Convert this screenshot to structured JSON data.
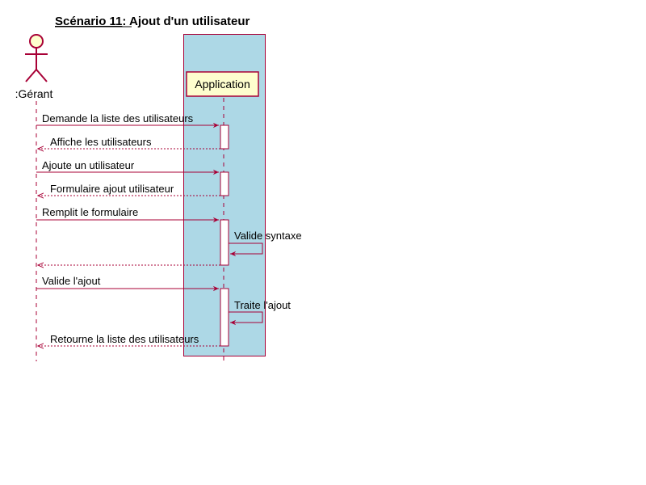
{
  "title": {
    "prefix": "Scénario 11",
    "suffix": ": Ajout d'un utilisateur"
  },
  "actor": {
    "name": ":Gérant"
  },
  "participant": {
    "name": "Application"
  },
  "colors": {
    "line": "#a80036",
    "box_fill": "#add8e6",
    "participant_fill": "#fefece",
    "actor_fill": "#fefece",
    "activation_fill": "#ffffff"
  },
  "messages": [
    {
      "label": "Demande la liste des utilisateurs",
      "kind": "request"
    },
    {
      "label": "Affiche les utilisateurs",
      "kind": "reply"
    },
    {
      "label": "Ajoute un utilisateur",
      "kind": "request"
    },
    {
      "label": "Formulaire ajout utilisateur",
      "kind": "reply"
    },
    {
      "label": "Remplit le formulaire",
      "kind": "request"
    },
    {
      "label": "Valide syntaxe",
      "kind": "self"
    },
    {
      "label": "",
      "kind": "reply"
    },
    {
      "label": "Valide l'ajout",
      "kind": "request"
    },
    {
      "label": "Traite l'ajout",
      "kind": "self"
    },
    {
      "label": "Retourne la liste des utilisateurs",
      "kind": "reply"
    }
  ]
}
